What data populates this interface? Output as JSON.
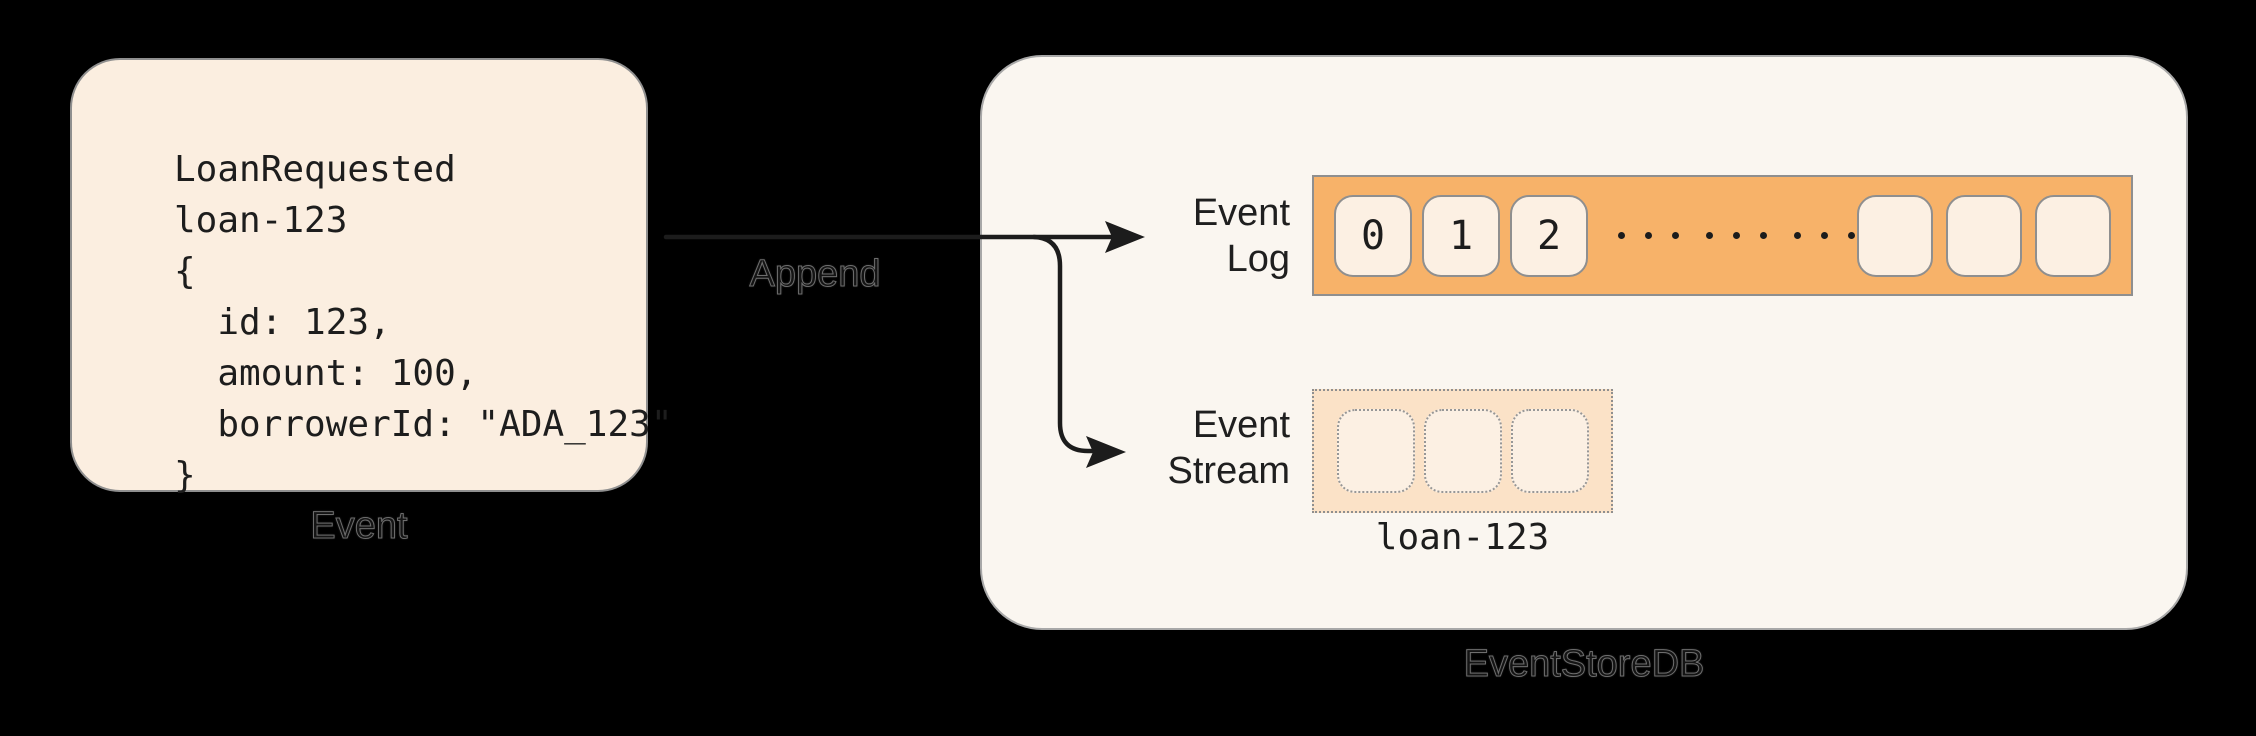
{
  "colors": {
    "background": "#000000",
    "ink": "#1d1d1d",
    "arrow": "#1c1c1c",
    "card_fill": "#fbeee0",
    "card_border": "#8f8f8f",
    "store_fill": "#faf6f0",
    "store_border": "#a8a8a8",
    "log_bar_fill": "#f7b269",
    "cell_fill": "#fcf0e3",
    "cell_border": "#8f8f8f",
    "stream_fill": "#fbe2c7"
  },
  "event_card": {
    "code_lines": [
      "LoanRequested",
      "loan-123",
      "{",
      "  id: 123,",
      "  amount: 100,",
      "  borrowerId: \"ADA_123\"",
      "}"
    ],
    "caption": "Event"
  },
  "append_arrow": {
    "label": "Append"
  },
  "event_store": {
    "caption": "EventStoreDB",
    "event_log": {
      "label_lines": [
        "Event",
        "Log"
      ],
      "numbered_cells": [
        "0",
        "1",
        "2"
      ],
      "ellipsis": "... ... ...",
      "ellipsis_dot_count": 9,
      "empty_cell_count": 3
    },
    "event_stream": {
      "label_lines": [
        "Event",
        "Stream"
      ],
      "empty_cell_count": 3,
      "stream_name": "loan-123"
    }
  }
}
